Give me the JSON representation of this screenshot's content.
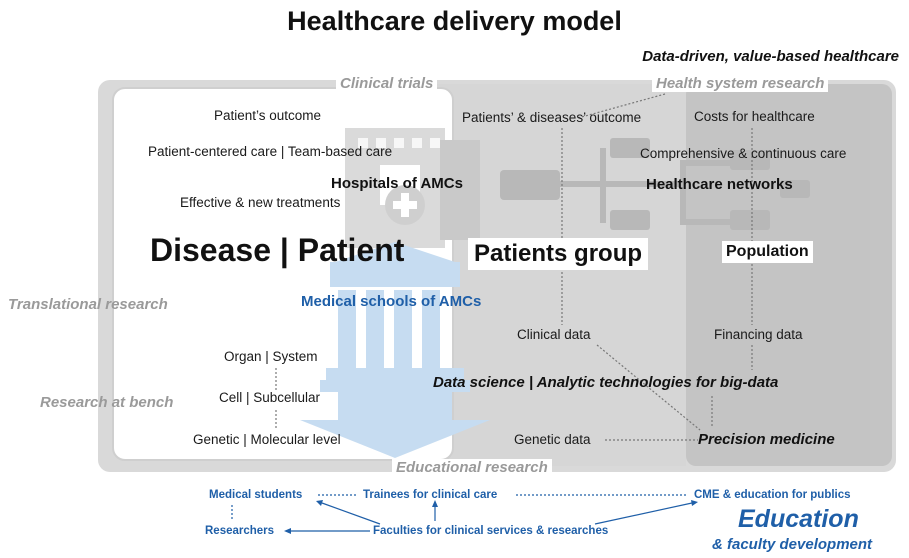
{
  "title": "Healthcare delivery model",
  "subtitle": "Data-driven, value-based healthcare",
  "labels": {
    "clinical_trials": "Clinical trials",
    "health_system_research": "Health system research",
    "translational_research": "Translational research",
    "research_at_bench": "Research at bench",
    "educational_research": "Educational research"
  },
  "left_panel": {
    "patient_outcome": "Patient’s outcome",
    "care_types": "Patient-centered care | Team-based care",
    "hospitals": "Hospitals of AMCs",
    "treatments": "Effective & new treatments",
    "disease_patient": "Disease | Patient",
    "medical_schools": "Medical schools of AMCs",
    "organ_system": "Organ | System",
    "cell": "Cell | Subcellular",
    "genetic_level": "Genetic | Molecular level"
  },
  "middle_panel": {
    "outcome": "Patients’ & diseases’ outcome",
    "patients_group": "Patients group",
    "clinical_data": "Clinical data",
    "genetic_data": "Genetic data"
  },
  "right_panel": {
    "costs": "Costs for healthcare",
    "continuous_care": "Comprehensive & continuous care",
    "networks": "Healthcare networks",
    "population": "Population",
    "financing_data": "Financing data"
  },
  "data_science": "Data science  | Analytic technologies for big-data",
  "precision_medicine": "Precision medicine",
  "education": {
    "medical_students": "Medical students",
    "trainees": "Trainees for clinical care",
    "cme": "CME & education for publics",
    "researchers": "Researchers",
    "faculties": "Faculties for clinical services & researches",
    "title": "Education",
    "subtitle": "& faculty development"
  },
  "colors": {
    "blue_accent": "#1f5fa8",
    "light_blue": "#c6dcf1",
    "panel_gray": "#d9d9d9",
    "dark_gray": "#c2c2c2",
    "label_gray": "#9a9a9a"
  }
}
